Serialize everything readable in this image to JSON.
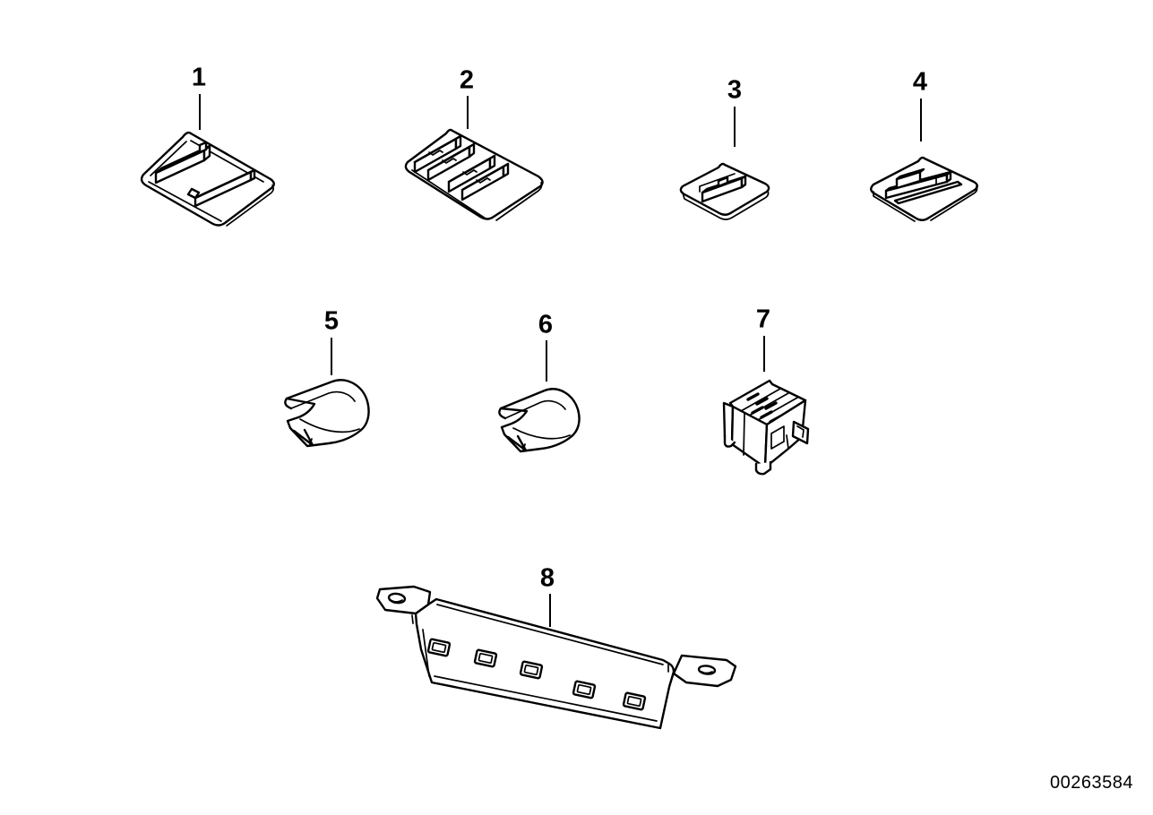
{
  "page": {
    "background_color": "#ffffff",
    "line_color": "#000000"
  },
  "diagram": {
    "parts": [
      {
        "label": "1"
      },
      {
        "label": "2"
      },
      {
        "label": "3"
      },
      {
        "label": "4"
      },
      {
        "label": "5"
      },
      {
        "label": "6"
      },
      {
        "label": "7"
      },
      {
        "label": "8"
      }
    ],
    "image_number": "00263584"
  }
}
